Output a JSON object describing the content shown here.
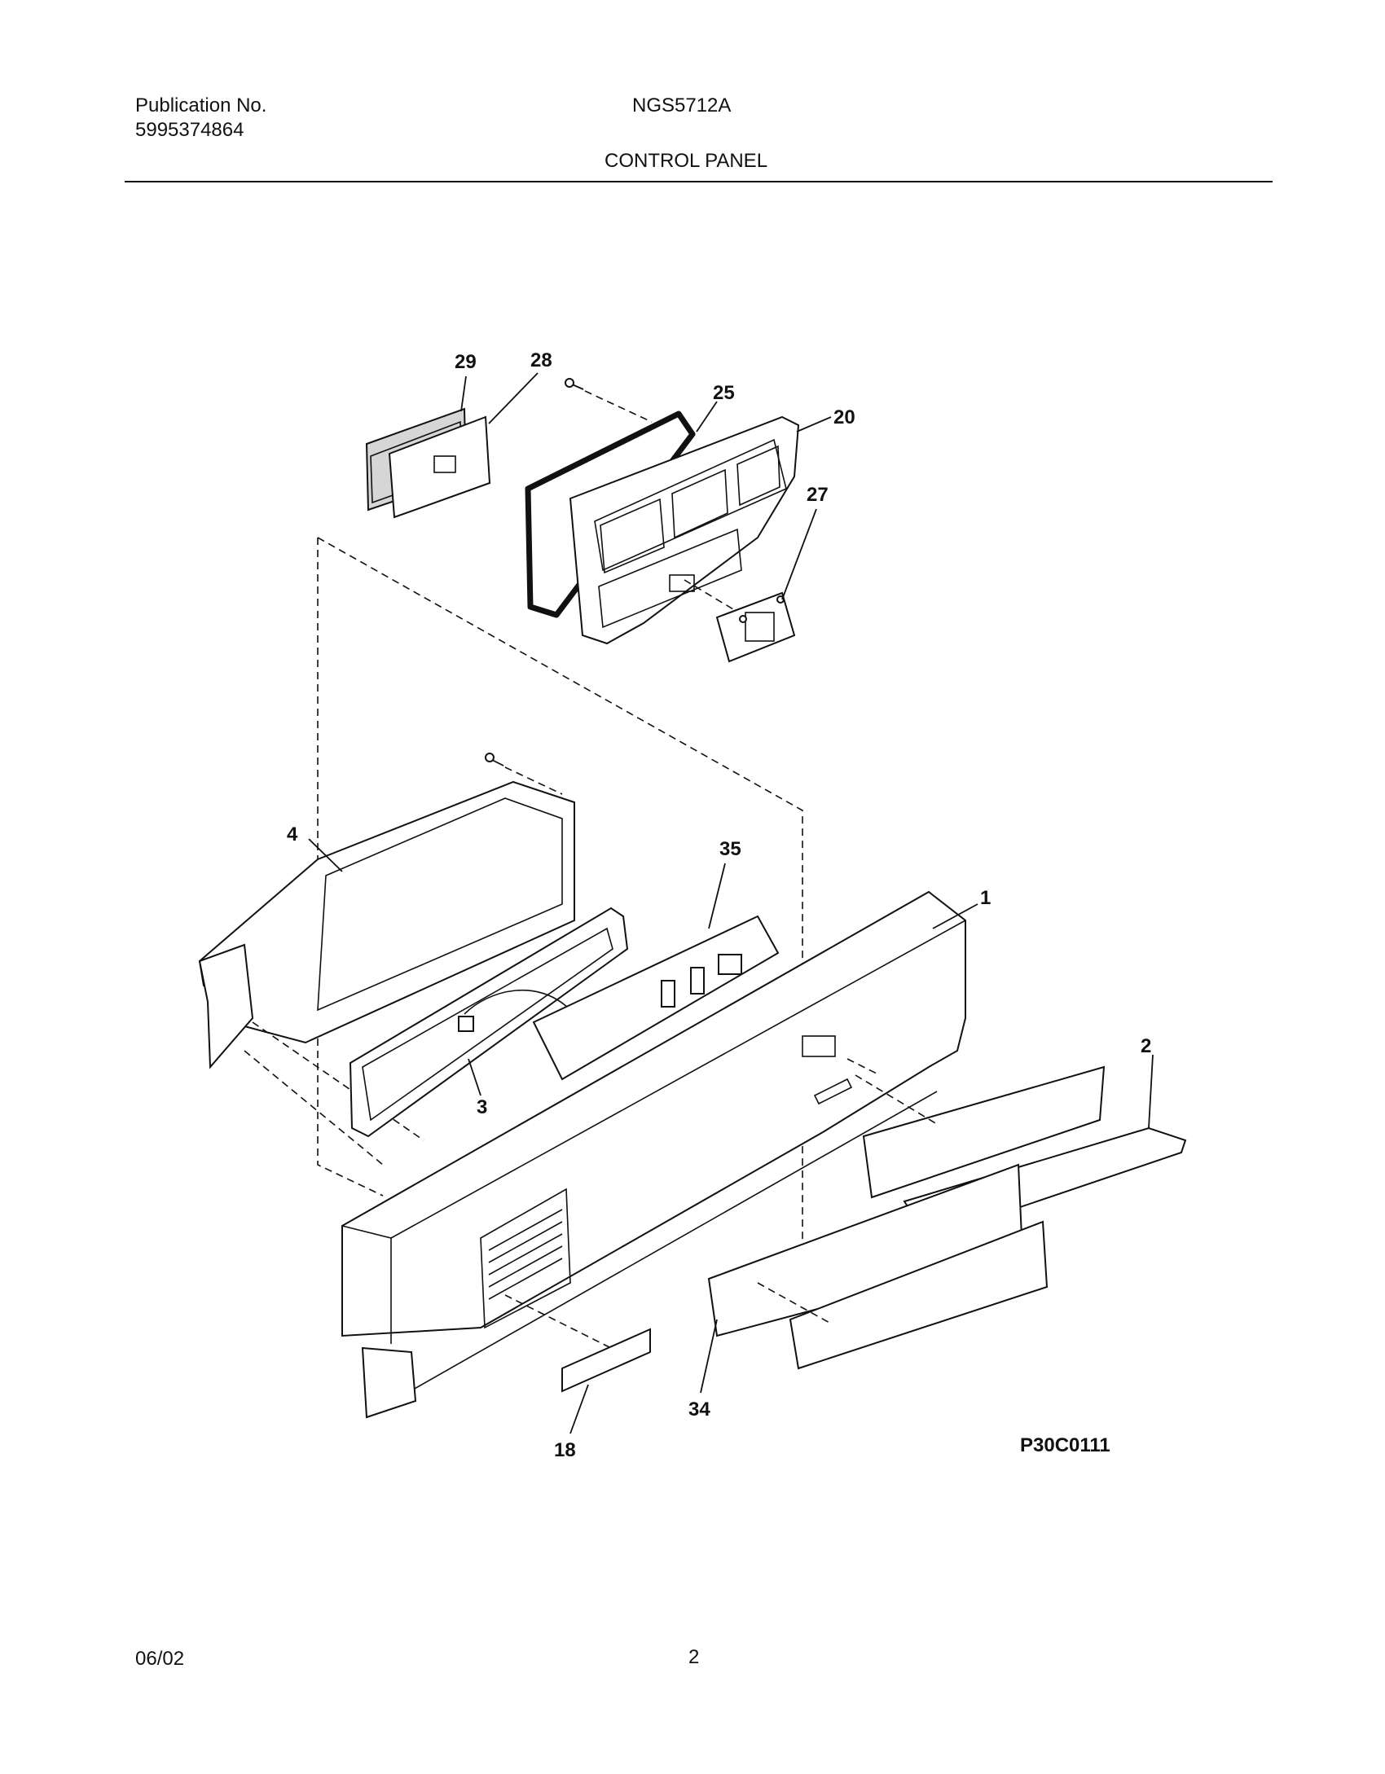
{
  "header": {
    "publication_label": "Publication No.",
    "publication_number": "5995374864",
    "model": "NGS5712A",
    "section_title": "CONTROL PANEL"
  },
  "diagram": {
    "code": "P30C0111",
    "callouts": [
      "29",
      "28",
      "25",
      "20",
      "27",
      "4",
      "35",
      "1",
      "2",
      "3",
      "34",
      "18"
    ]
  },
  "footer": {
    "date": "06/02",
    "page": "2"
  }
}
